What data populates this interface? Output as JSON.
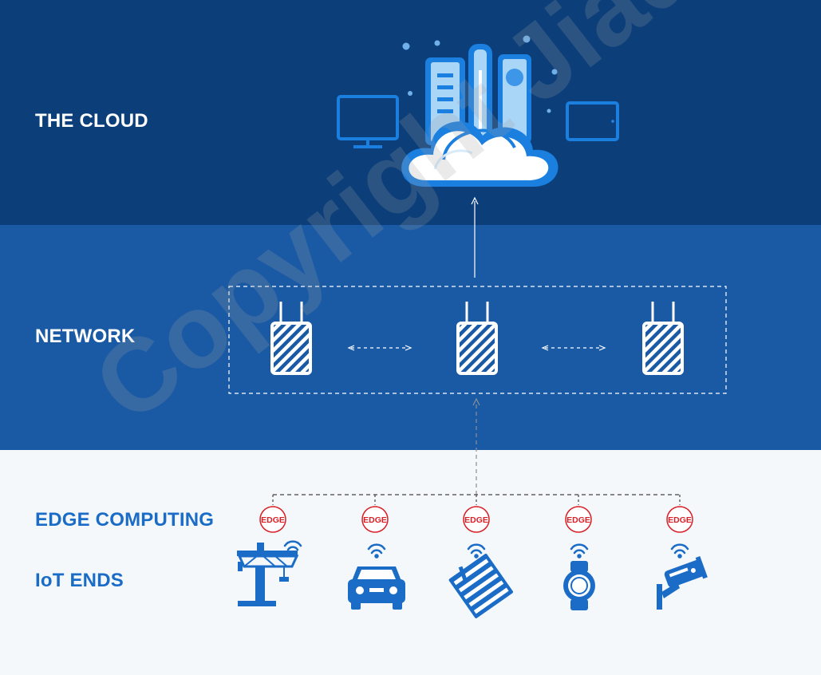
{
  "layers": {
    "cloud": {
      "label": "THE CLOUD"
    },
    "network": {
      "label": "NETWORK"
    },
    "edge": {
      "label": "EDGE COMPUTING"
    },
    "iot": {
      "label": "IoT ENDS"
    }
  },
  "edge_badge_text": "EDGE",
  "watermark": "Copyright Jiaday",
  "colors": {
    "cloud_band": "#0c3f7a",
    "network_band": "#1a5aa5",
    "edge_band": "#f5f8fb",
    "icon_blue": "#1a6cc7",
    "edge_badge_red": "#d81f26"
  },
  "network_nodes": [
    "router-icon",
    "router-icon",
    "router-icon"
  ],
  "iot_devices": [
    "crane-icon",
    "car-icon",
    "solar-panel-icon",
    "smartwatch-icon",
    "security-camera-icon"
  ]
}
